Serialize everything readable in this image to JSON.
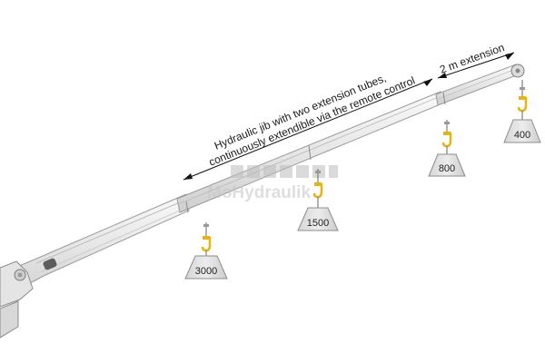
{
  "annotations": {
    "jib_line1": "Hydraulic jib with two extension tubes,",
    "jib_line2": "continuously extendible via the remote control",
    "extension": "2 m extension"
  },
  "loads": [
    {
      "label": "3000"
    },
    {
      "label": "1500"
    },
    {
      "label": "800"
    },
    {
      "label": "400"
    }
  ],
  "watermark": "MoHydraulik",
  "colors": {
    "boom_fill": "#eeeeee",
    "boom_edge": "#9a9a9a",
    "hook": "#e8b40f",
    "weight_fill": "#e2e2e2",
    "weight_edge": "#8c8c8c"
  }
}
